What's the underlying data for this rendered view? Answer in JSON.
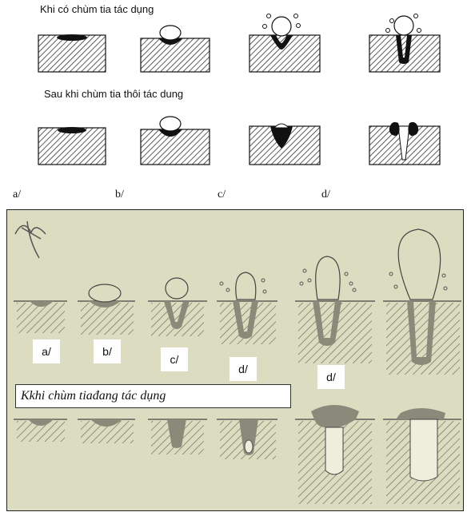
{
  "top_section": {
    "caption_during": "Khi có chùm tia tác dụng",
    "caption_after": "Sau khi  chùm tia thôi tác dung",
    "labels": [
      "a/",
      "b/",
      "c/",
      "d/"
    ]
  },
  "photo_section": {
    "labels": [
      "a/",
      "b/",
      "c/",
      "d/",
      "d/"
    ],
    "banner": "Kkhi chùm tiađang tác dụng"
  }
}
